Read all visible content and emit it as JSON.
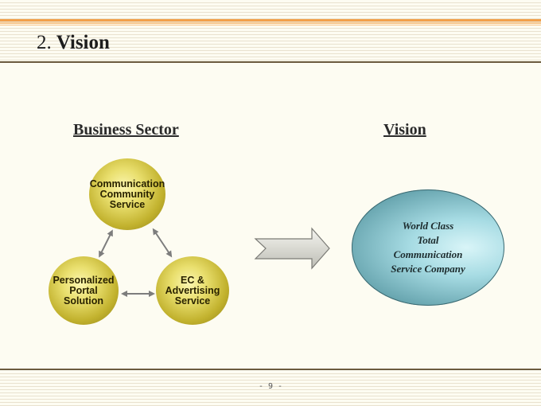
{
  "header": {
    "section_number": "2.",
    "title": "Vision"
  },
  "left": {
    "heading": "Business Sector",
    "nodes": [
      {
        "id": "comm",
        "lines": [
          "Communication",
          "Community",
          "Service"
        ]
      },
      {
        "id": "portal",
        "lines": [
          "Personalized",
          "Portal",
          "Solution"
        ]
      },
      {
        "id": "ec",
        "lines": [
          "EC &",
          "Advertising",
          "Service"
        ]
      }
    ]
  },
  "right": {
    "heading": "Vision",
    "lines": [
      "World Class",
      "Total",
      "Communication",
      "Service Company"
    ]
  },
  "footer": {
    "page_number": "- 9 -"
  },
  "colors": {
    "accent_orange": "#f2a04a",
    "rule_brown": "#6b5a3e",
    "circle_gold": "#c2b22e",
    "oval_teal": "#6aa7b1"
  }
}
